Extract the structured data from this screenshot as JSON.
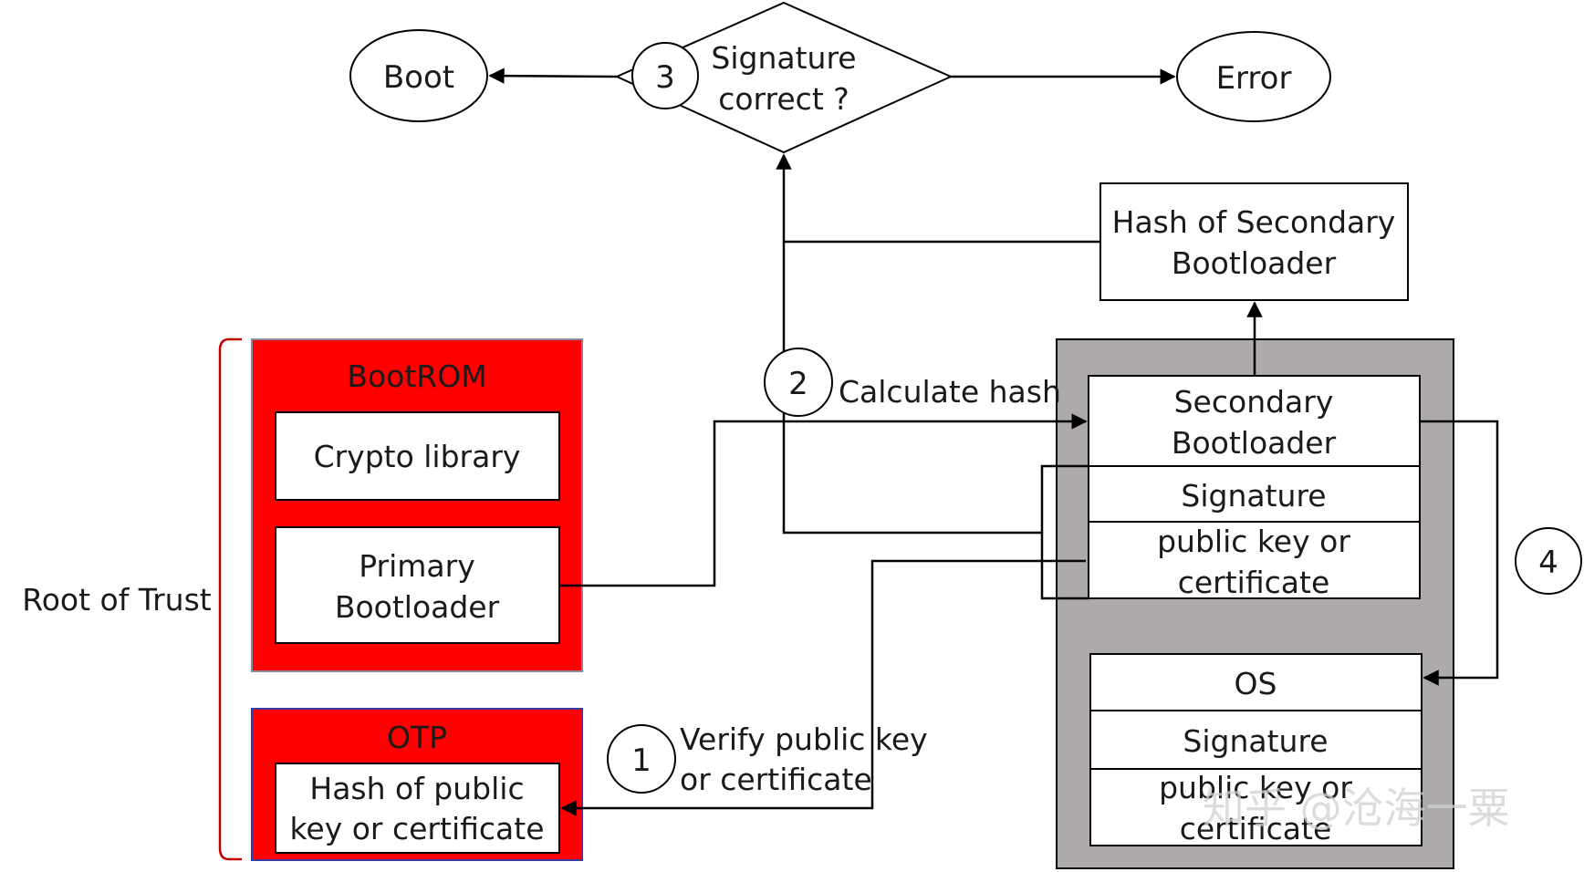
{
  "colors": {
    "rot_red": "#ff0000",
    "storage_gray": "#aeaaaa",
    "bracket_red": "#c00000",
    "line": "#000000"
  },
  "decision": {
    "line1": "Signature",
    "line2": "correct ?"
  },
  "terminals": {
    "boot": "Boot",
    "error": "Error"
  },
  "steps": {
    "s1": "1",
    "s2": "2",
    "s3": "3",
    "s4": "4"
  },
  "edge_labels": {
    "calculate_hash": "Calculate hash",
    "verify_line1": "Verify public key",
    "verify_line2": "or certificate"
  },
  "hash_secondary": {
    "line1": "Hash of Secondary",
    "line2": "Bootloader"
  },
  "root_of_trust": {
    "label": "Root of Trust",
    "bootrom": {
      "title": "BootROM",
      "crypto": "Crypto library",
      "primary_line1": "Primary",
      "primary_line2": "Bootloader"
    },
    "otp": {
      "title": "OTP",
      "hash_line1": "Hash of public",
      "hash_line2": "key or certificate"
    }
  },
  "storage": {
    "secondary": {
      "line1": "Secondary",
      "line2": "Bootloader",
      "signature": "Signature",
      "key_line1": "public key or",
      "key_line2": "certificate"
    },
    "os": {
      "title": "OS",
      "signature": "Signature",
      "key_line1": "public key or",
      "key_line2": "certificate"
    }
  },
  "watermark": "知乎 @沧海一粟"
}
